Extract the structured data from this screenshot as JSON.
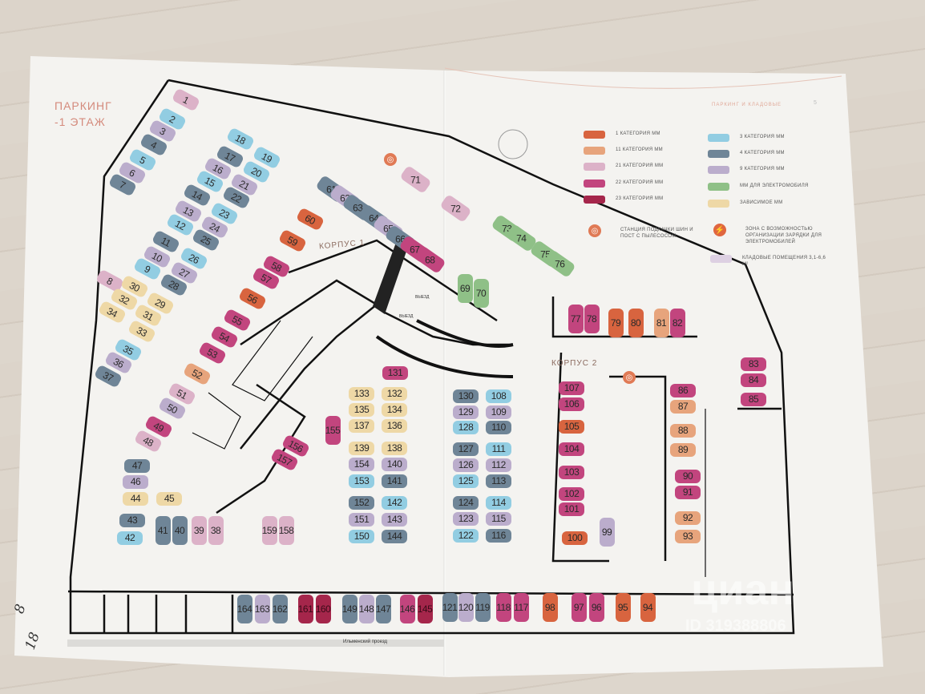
{
  "header": {
    "title_line1": "ПАРКИНГ",
    "title_line2": "-1 ЭТАЖ",
    "section": "ПАРКИНГ И КЛАДОВЫЕ",
    "page": "5"
  },
  "labels": {
    "building1": "КОРПУС 1",
    "building2": "КОРПУС 2",
    "exit1": "ВЫЕЗД",
    "exit2": "ВЫЕЗД",
    "street": "Ильменский проезд"
  },
  "legend": [
    {
      "label": "1 КАТЕГОРИЯ ММ",
      "color": "#d8643f"
    },
    {
      "label": "11 КАТЕГОРИЯ ММ",
      "color": "#e7a47c"
    },
    {
      "label": "21 КАТЕГОРИЯ ММ",
      "color": "#dcb2c8"
    },
    {
      "label": "22 КАТЕГОРИЯ ММ",
      "color": "#c2457e"
    },
    {
      "label": "23 КАТЕГОРИЯ ММ",
      "color": "#a5264b"
    },
    {
      "label": "3 КАТЕГОРИЯ ММ",
      "color": "#92cde2"
    },
    {
      "label": "4 КАТЕГОРИЯ ММ",
      "color": "#6f8597"
    },
    {
      "label": "9 КАТЕГОРИЯ ММ",
      "color": "#bbadcc"
    },
    {
      "label": "ММ ДЛЯ ЭЛЕКТРОМОБИЛЯ",
      "color": "#8fc087"
    },
    {
      "label": "ЗАВИСИМОЕ ММ",
      "color": "#eed8a6"
    },
    {
      "label": "СТАНЦИЯ ПОДКАЧКИ ШИН И ПОСТ С ПЫЛЕСОСОМ",
      "color": "#e07a55"
    },
    {
      "label": "ЗОНА С ВОЗМОЖНОСТЬЮ ОРГАНИЗАЦИИ ЗАРЯДКИ ДЛЯ ЭЛЕКТРОМОБИЛЕЙ",
      "color": "#e0663f"
    },
    {
      "label": "КЛАДОВЫЕ ПОМЕЩЕНИЯ 3,1-6,6 М²",
      "color": "#ddd0e2"
    }
  ],
  "category_colors": {
    "1": "#d8643f",
    "11": "#e7a47c",
    "21": "#dcb2c8",
    "22": "#c2457e",
    "23": "#a5264b",
    "3": "#92cde2",
    "4": "#6f8597",
    "9": "#bbadcc",
    "ev": "#8fc087",
    "dep": "#eed8a6"
  },
  "spots": [
    {
      "n": "1",
      "cat": "21"
    },
    {
      "n": "2",
      "cat": "3"
    },
    {
      "n": "3",
      "cat": "9"
    },
    {
      "n": "4",
      "cat": "4"
    },
    {
      "n": "5",
      "cat": "3"
    },
    {
      "n": "6",
      "cat": "9"
    },
    {
      "n": "7",
      "cat": "4"
    },
    {
      "n": "8",
      "cat": "21"
    },
    {
      "n": "9",
      "cat": "3"
    },
    {
      "n": "10",
      "cat": "9"
    },
    {
      "n": "11",
      "cat": "4"
    },
    {
      "n": "12",
      "cat": "3"
    },
    {
      "n": "13",
      "cat": "9"
    },
    {
      "n": "14",
      "cat": "4"
    },
    {
      "n": "15",
      "cat": "3"
    },
    {
      "n": "16",
      "cat": "9"
    },
    {
      "n": "17",
      "cat": "4"
    },
    {
      "n": "18",
      "cat": "3"
    },
    {
      "n": "19",
      "cat": "3"
    },
    {
      "n": "20",
      "cat": "3"
    },
    {
      "n": "21",
      "cat": "9"
    },
    {
      "n": "22",
      "cat": "4"
    },
    {
      "n": "23",
      "cat": "3"
    },
    {
      "n": "24",
      "cat": "9"
    },
    {
      "n": "25",
      "cat": "4"
    },
    {
      "n": "26",
      "cat": "3"
    },
    {
      "n": "27",
      "cat": "9"
    },
    {
      "n": "28",
      "cat": "4"
    },
    {
      "n": "29",
      "cat": "dep"
    },
    {
      "n": "30",
      "cat": "dep"
    },
    {
      "n": "31",
      "cat": "dep"
    },
    {
      "n": "32",
      "cat": "dep"
    },
    {
      "n": "33",
      "cat": "dep"
    },
    {
      "n": "34",
      "cat": "dep"
    },
    {
      "n": "35",
      "cat": "3"
    },
    {
      "n": "36",
      "cat": "9"
    },
    {
      "n": "37",
      "cat": "4"
    },
    {
      "n": "38",
      "cat": "21"
    },
    {
      "n": "39",
      "cat": "21"
    },
    {
      "n": "40",
      "cat": "4"
    },
    {
      "n": "41",
      "cat": "4"
    },
    {
      "n": "42",
      "cat": "3"
    },
    {
      "n": "43",
      "cat": "4"
    },
    {
      "n": "44",
      "cat": "dep"
    },
    {
      "n": "45",
      "cat": "dep"
    },
    {
      "n": "46",
      "cat": "9"
    },
    {
      "n": "47",
      "cat": "4"
    },
    {
      "n": "48",
      "cat": "21"
    },
    {
      "n": "49",
      "cat": "22"
    },
    {
      "n": "50",
      "cat": "9"
    },
    {
      "n": "51",
      "cat": "21"
    },
    {
      "n": "52",
      "cat": "11"
    },
    {
      "n": "53",
      "cat": "22"
    },
    {
      "n": "54",
      "cat": "22"
    },
    {
      "n": "55",
      "cat": "22"
    },
    {
      "n": "56",
      "cat": "1"
    },
    {
      "n": "57",
      "cat": "22"
    },
    {
      "n": "58",
      "cat": "22"
    },
    {
      "n": "59",
      "cat": "1"
    },
    {
      "n": "60",
      "cat": "1"
    },
    {
      "n": "61",
      "cat": "4"
    },
    {
      "n": "62",
      "cat": "9"
    },
    {
      "n": "63",
      "cat": "4"
    },
    {
      "n": "64",
      "cat": "4"
    },
    {
      "n": "65",
      "cat": "9"
    },
    {
      "n": "66",
      "cat": "4"
    },
    {
      "n": "67",
      "cat": "22"
    },
    {
      "n": "68",
      "cat": "22"
    },
    {
      "n": "69",
      "cat": "ev"
    },
    {
      "n": "70",
      "cat": "ev"
    },
    {
      "n": "71",
      "cat": "21"
    },
    {
      "n": "72",
      "cat": "21"
    },
    {
      "n": "73",
      "cat": "ev"
    },
    {
      "n": "74",
      "cat": "ev"
    },
    {
      "n": "75",
      "cat": "ev"
    },
    {
      "n": "76",
      "cat": "ev"
    },
    {
      "n": "77",
      "cat": "22"
    },
    {
      "n": "78",
      "cat": "22"
    },
    {
      "n": "79",
      "cat": "1"
    },
    {
      "n": "80",
      "cat": "1"
    },
    {
      "n": "81",
      "cat": "11"
    },
    {
      "n": "82",
      "cat": "22"
    },
    {
      "n": "83",
      "cat": "22"
    },
    {
      "n": "84",
      "cat": "22"
    },
    {
      "n": "85",
      "cat": "22"
    },
    {
      "n": "86",
      "cat": "22"
    },
    {
      "n": "87",
      "cat": "11"
    },
    {
      "n": "88",
      "cat": "11"
    },
    {
      "n": "89",
      "cat": "11"
    },
    {
      "n": "90",
      "cat": "22"
    },
    {
      "n": "91",
      "cat": "22"
    },
    {
      "n": "92",
      "cat": "11"
    },
    {
      "n": "93",
      "cat": "11"
    },
    {
      "n": "94",
      "cat": "1"
    },
    {
      "n": "95",
      "cat": "1"
    },
    {
      "n": "96",
      "cat": "22"
    },
    {
      "n": "97",
      "cat": "22"
    },
    {
      "n": "98",
      "cat": "1"
    },
    {
      "n": "99",
      "cat": "9"
    },
    {
      "n": "100",
      "cat": "1"
    },
    {
      "n": "101",
      "cat": "22"
    },
    {
      "n": "102",
      "cat": "22"
    },
    {
      "n": "103",
      "cat": "22"
    },
    {
      "n": "104",
      "cat": "22"
    },
    {
      "n": "105",
      "cat": "1"
    },
    {
      "n": "106",
      "cat": "22"
    },
    {
      "n": "107",
      "cat": "22"
    },
    {
      "n": "108",
      "cat": "3"
    },
    {
      "n": "109",
      "cat": "9"
    },
    {
      "n": "110",
      "cat": "4"
    },
    {
      "n": "111",
      "cat": "3"
    },
    {
      "n": "112",
      "cat": "9"
    },
    {
      "n": "113",
      "cat": "4"
    },
    {
      "n": "114",
      "cat": "3"
    },
    {
      "n": "115",
      "cat": "9"
    },
    {
      "n": "116",
      "cat": "4"
    },
    {
      "n": "117",
      "cat": "22"
    },
    {
      "n": "118",
      "cat": "22"
    },
    {
      "n": "119",
      "cat": "4"
    },
    {
      "n": "120",
      "cat": "9"
    },
    {
      "n": "121",
      "cat": "4"
    },
    {
      "n": "122",
      "cat": "3"
    },
    {
      "n": "123",
      "cat": "9"
    },
    {
      "n": "124",
      "cat": "4"
    },
    {
      "n": "125",
      "cat": "3"
    },
    {
      "n": "126",
      "cat": "9"
    },
    {
      "n": "127",
      "cat": "4"
    },
    {
      "n": "128",
      "cat": "3"
    },
    {
      "n": "129",
      "cat": "9"
    },
    {
      "n": "130",
      "cat": "4"
    },
    {
      "n": "131",
      "cat": "22"
    },
    {
      "n": "132",
      "cat": "dep"
    },
    {
      "n": "133",
      "cat": "dep"
    },
    {
      "n": "134",
      "cat": "dep"
    },
    {
      "n": "135",
      "cat": "dep"
    },
    {
      "n": "136",
      "cat": "dep"
    },
    {
      "n": "137",
      "cat": "dep"
    },
    {
      "n": "138",
      "cat": "dep"
    },
    {
      "n": "139",
      "cat": "dep"
    },
    {
      "n": "140",
      "cat": "9"
    },
    {
      "n": "141",
      "cat": "4"
    },
    {
      "n": "142",
      "cat": "3"
    },
    {
      "n": "143",
      "cat": "9"
    },
    {
      "n": "144",
      "cat": "4"
    },
    {
      "n": "145",
      "cat": "23"
    },
    {
      "n": "146",
      "cat": "22"
    },
    {
      "n": "147",
      "cat": "4"
    },
    {
      "n": "148",
      "cat": "9"
    },
    {
      "n": "149",
      "cat": "4"
    },
    {
      "n": "150",
      "cat": "3"
    },
    {
      "n": "151",
      "cat": "9"
    },
    {
      "n": "152",
      "cat": "4"
    },
    {
      "n": "153",
      "cat": "3"
    },
    {
      "n": "154",
      "cat": "9"
    },
    {
      "n": "155",
      "cat": "22"
    },
    {
      "n": "156",
      "cat": "22"
    },
    {
      "n": "157",
      "cat": "22"
    },
    {
      "n": "158",
      "cat": "21"
    },
    {
      "n": "159",
      "cat": "21"
    },
    {
      "n": "160",
      "cat": "23"
    },
    {
      "n": "161",
      "cat": "23"
    },
    {
      "n": "162",
      "cat": "4"
    },
    {
      "n": "163",
      "cat": "9"
    },
    {
      "n": "164",
      "cat": "4"
    }
  ],
  "watermark": {
    "brand": "циан",
    "id": "ID 319388806"
  },
  "handwriting": {
    "line1": "8",
    "line2": "18"
  }
}
